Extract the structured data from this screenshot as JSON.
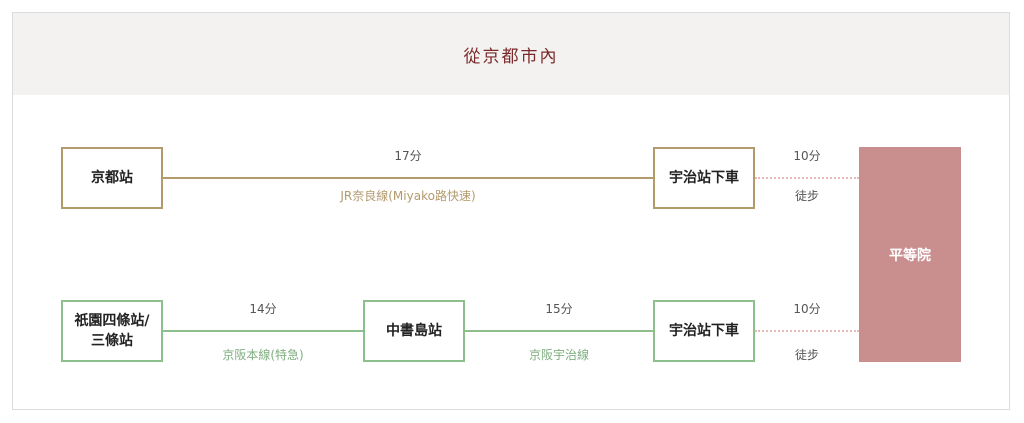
{
  "header": {
    "title": "從京都市內"
  },
  "route1": {
    "origin": "京都站",
    "time": "17分",
    "line_name": "JR奈良線(Miyako路快速)",
    "stop": "宇治站下車",
    "walk_time": "10分",
    "walk_label": "徒步"
  },
  "route2": {
    "origin": "祇園四條站/三條站",
    "leg1_time": "14分",
    "leg1_line": "京阪本線(特急)",
    "transfer": "中書島站",
    "leg2_time": "15分",
    "leg2_line": "京阪宇治線",
    "stop": "宇治站下車",
    "walk_time": "10分",
    "walk_label": "徒步"
  },
  "destination": "平等院",
  "colors": {
    "jr": "#b39a6d",
    "keihan": "#8cbf8c",
    "destination": "#c98e8e",
    "title": "#7a2a2a"
  }
}
